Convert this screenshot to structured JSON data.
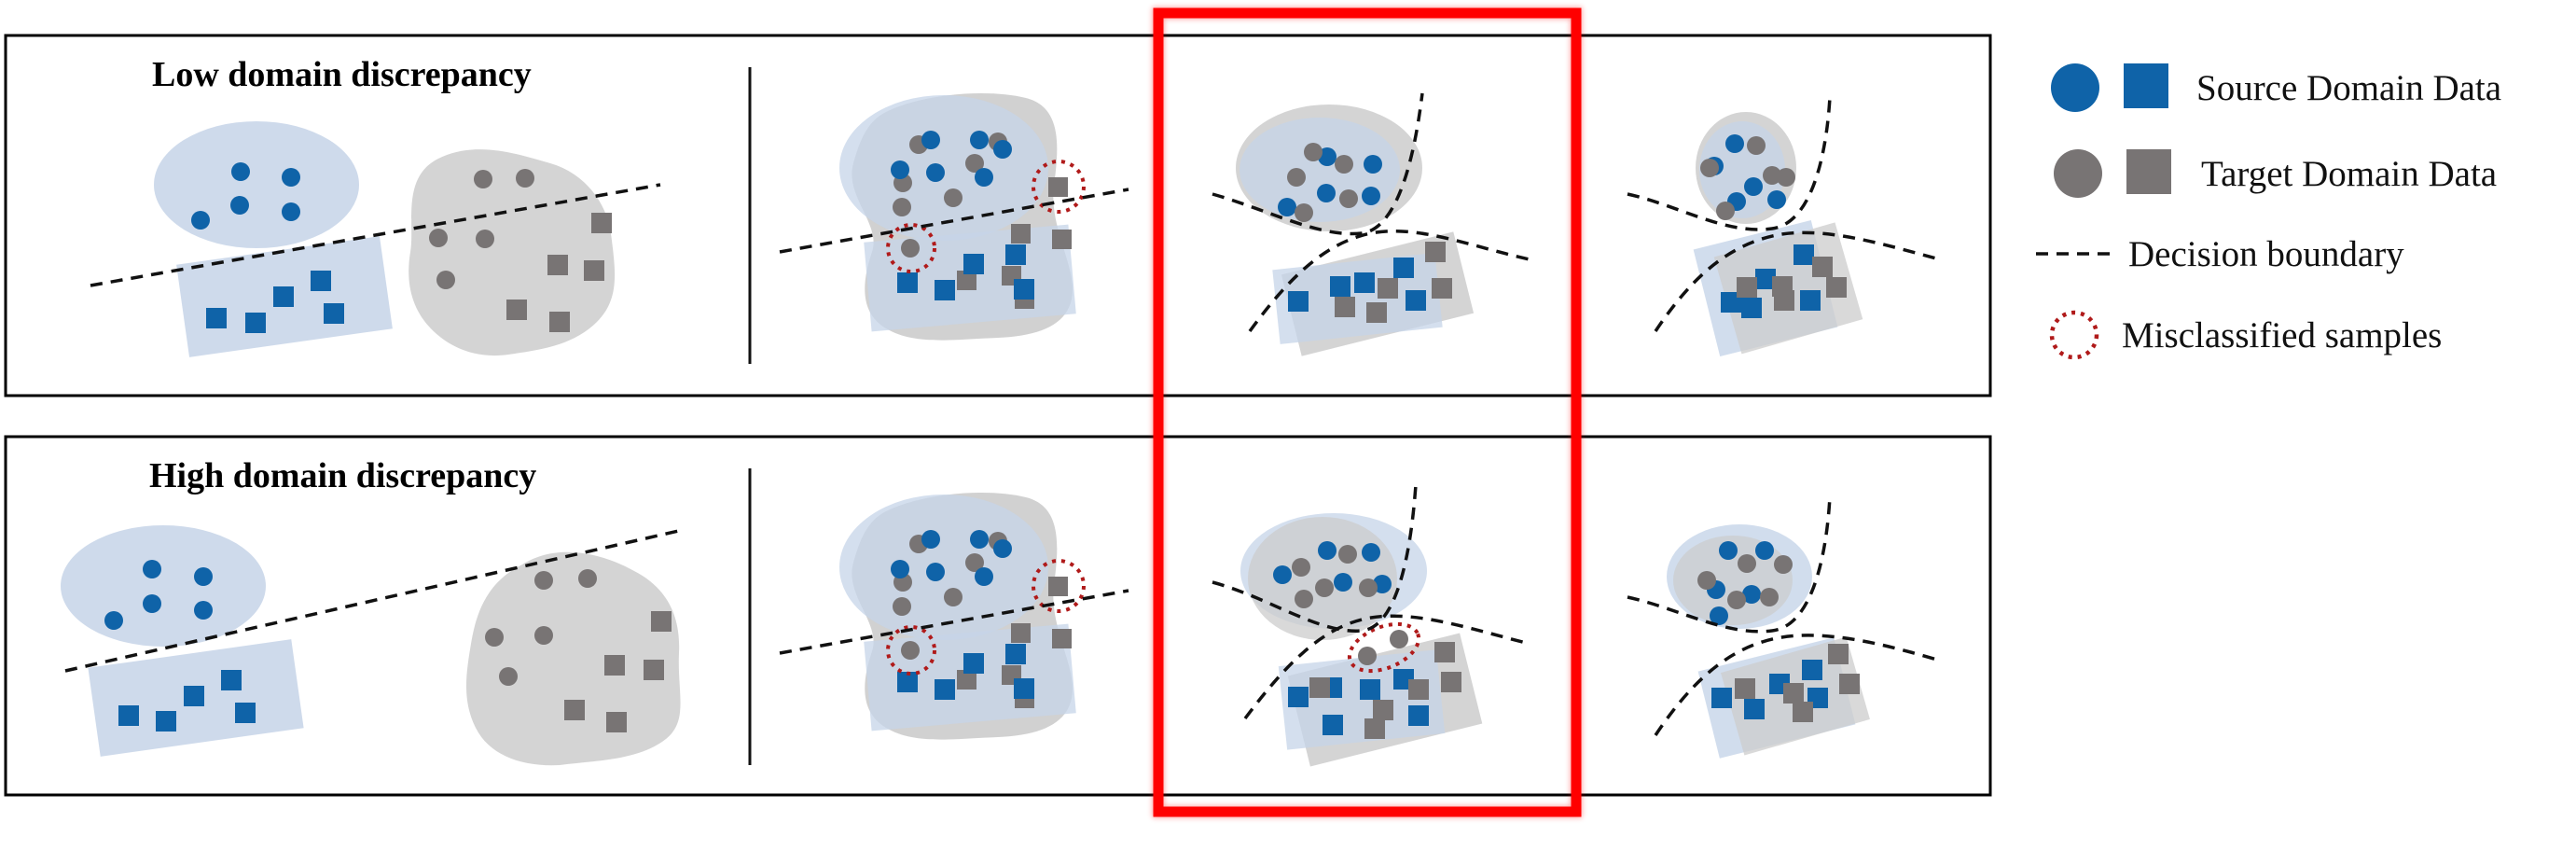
{
  "diagram": {
    "rows": [
      {
        "id": "low",
        "title": "Low domain discrepancy"
      },
      {
        "id": "high",
        "title": "High domain discrepancy"
      }
    ],
    "legend": [
      {
        "key": "source",
        "label": "Source Domain Data"
      },
      {
        "key": "target",
        "label": "Target Domain Data"
      },
      {
        "key": "boundary",
        "label": "Decision boundary"
      },
      {
        "key": "misclassified",
        "label": "Misclassified samples"
      }
    ],
    "colors": {
      "source": "#0f63a8",
      "target": "#787474",
      "source_region": "#c5d4e8",
      "target_region": "#cccccc",
      "highlight": "#ff0000",
      "misclassified": "#b01a1a"
    }
  }
}
